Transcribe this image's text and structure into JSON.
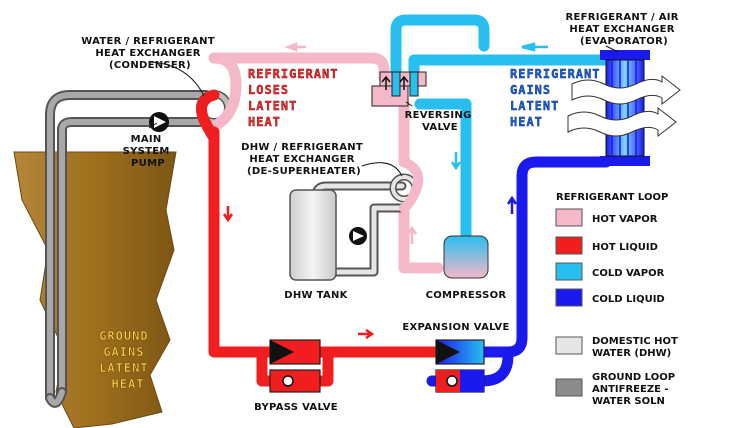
{
  "colors": {
    "hot_vapor": "#f4b8c8",
    "hot_liquid": "#f01e1e",
    "cold_vapor": "#28bfef",
    "cold_liquid": "#1a1aee",
    "domestic_hot_water": "#e6e6e6",
    "ground_loop": "#8c8c8c",
    "ground": "#9e6f1c",
    "label_red": "#ee2a2a",
    "label_blue": "#1b5fe0",
    "label_ground": "#ffd24a"
  },
  "labels": {
    "condenser": [
      "WATER / REFRIGERANT",
      "HEAT EXCHANGER",
      "(CONDENSER)"
    ],
    "main_pump": [
      "MAIN",
      "SYSTEM",
      "PUMP"
    ],
    "refrigerant_loses": [
      "REFRIGERANT",
      "LOSES",
      "LATENT",
      "HEAT"
    ],
    "reversing_valve": [
      "REVERSING",
      "VALVE"
    ],
    "evaporator": [
      "REFRIGERANT / AIR",
      "HEAT EXCHANGER",
      "(EVAPORATOR)"
    ],
    "refrigerant_gains": [
      "REFRIGERANT",
      "GAINS",
      "LATENT",
      "HEAT"
    ],
    "desuperheater": [
      "DHW / REFRIGERANT",
      "HEAT EXCHANGER",
      "(DE-SUPERHEATER)"
    ],
    "dhw_tank": "DHW TANK",
    "compressor": "COMPRESSOR",
    "expansion_valve": "EXPANSION VALVE",
    "bypass_valve": "BYPASS VALVE",
    "ground_gains": [
      "GROUND",
      "GAINS",
      "LATENT",
      "HEAT"
    ]
  },
  "legend": {
    "title": "REFRIGERANT LOOP",
    "items": [
      {
        "key": "hot_vapor",
        "label": [
          "HOT VAPOR"
        ]
      },
      {
        "key": "hot_liquid",
        "label": [
          "HOT LIQUID"
        ]
      },
      {
        "key": "cold_vapor",
        "label": [
          "COLD VAPOR"
        ]
      },
      {
        "key": "cold_liquid",
        "label": [
          "COLD LIQUID"
        ]
      },
      {
        "key": "domestic_hot_water",
        "label": [
          "DOMESTIC HOT",
          "WATER (DHW)"
        ]
      },
      {
        "key": "ground_loop",
        "label": [
          "GROUND LOOP",
          "ANTIFREEZE -",
          "WATER SOLN"
        ]
      }
    ]
  }
}
